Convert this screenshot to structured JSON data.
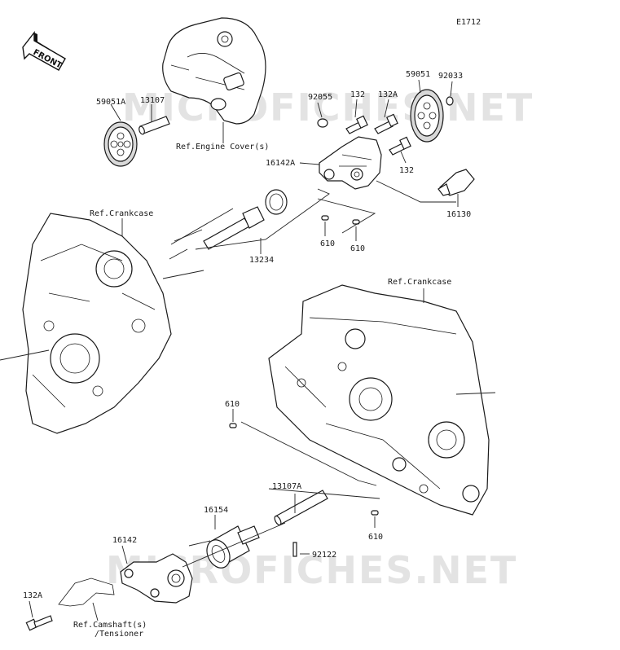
{
  "diagram": {
    "figure_id": "E1712",
    "watermark": [
      "MICROFICHES.NET",
      "MICROFICHES.NET"
    ],
    "front_label": "FRONT",
    "refs": {
      "engine_cover": "Ref.Engine Cover(s)",
      "crankcase_left": "Ref.Crankcase",
      "crankcase_right": "Ref.Crankcase",
      "camshaft_line1": "Ref.Camshaft(s)",
      "camshaft_line2": "/Tensioner"
    },
    "parts": {
      "p59051A": "59051A",
      "p13107": "13107",
      "p92055": "92055",
      "p132_top": "132",
      "p132A_top": "132A",
      "p59051": "59051",
      "p92033": "92033",
      "p16142A": "16142A",
      "p132_mid": "132",
      "p16130": "16130",
      "p610_a": "610",
      "p610_b": "610",
      "p13234": "13234",
      "p610_c": "610",
      "p13107A": "13107A",
      "p16154": "16154",
      "p610_d": "610",
      "p16142": "16142",
      "p92122": "92122",
      "p132A_bottom": "132A"
    }
  }
}
